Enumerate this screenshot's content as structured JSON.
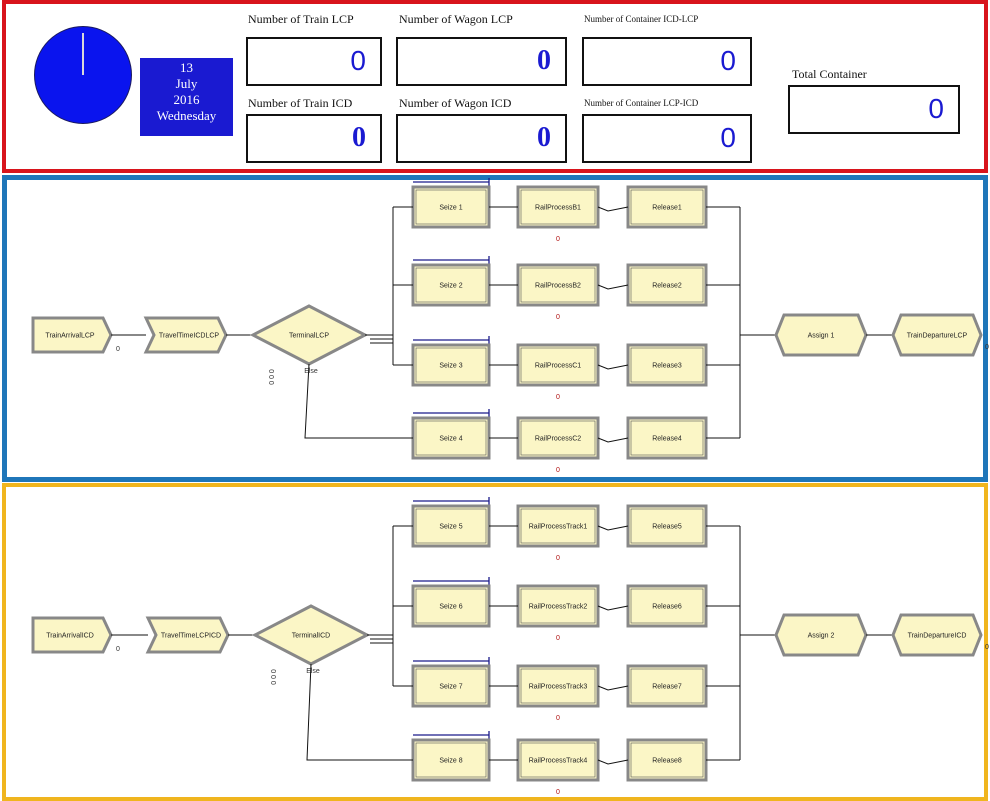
{
  "clock": {
    "icon": "clock-icon",
    "color": "#0a14ee"
  },
  "date": {
    "day": "13",
    "month": "July",
    "year": "2016",
    "weekday": "Wednesday"
  },
  "counters": {
    "train_lcp": {
      "label": "Number of Train LCP",
      "value": "0"
    },
    "wagon_lcp": {
      "label": "Number of Wagon LCP",
      "value": "0"
    },
    "container_icd_lcp": {
      "label": "Number of Container ICD-LCP",
      "value": "0"
    },
    "train_icd": {
      "label": "Number of Train ICD",
      "value": "0"
    },
    "wagon_icd": {
      "label": "Number of Wagon ICD",
      "value": "0"
    },
    "container_lcp_icd": {
      "label": "Number of Container LCP-ICD",
      "value": "0"
    },
    "total_container": {
      "label": "Total Container",
      "value": "0"
    }
  },
  "colors": {
    "section_red": "#d8141c",
    "section_blue": "#1f76b9",
    "section_yellow": "#f0b51e",
    "module_fill": "#fbf6c6"
  },
  "lcp_flow": {
    "create": "TrainArrivalLCP",
    "route": "TravelTimeICDLCP",
    "decide": "TerminalLCP",
    "decide_else": "Else",
    "decide_count": "0 0 0",
    "seizes": [
      "Seize 1",
      "Seize 2",
      "Seize 3",
      "Seize 4"
    ],
    "processes": [
      "RailProcessB1",
      "RailProcessB2",
      "RailProcessC1",
      "RailProcessC2"
    ],
    "releases": [
      "Release1",
      "Release2",
      "Release3",
      "Release4"
    ],
    "assign": "Assign 1",
    "dispose": "TrainDepartureLCP",
    "counts": [
      "0",
      "0",
      "0",
      "0"
    ]
  },
  "icd_flow": {
    "create": "TrainArrivalICD",
    "route": "TravelTimeLCPICD",
    "decide": "TerminalICD",
    "decide_else": "Else",
    "decide_count": "0 0 0",
    "seizes": [
      "Seize 5",
      "Seize 6",
      "Seize 7",
      "Seize 8"
    ],
    "processes": [
      "RailProcessTrack1",
      "RailProcessTrack2",
      "RailProcessTrack3",
      "RailProcessTrack4"
    ],
    "releases": [
      "Release5",
      "Release6",
      "Release7",
      "Release8"
    ],
    "assign": "Assign 2",
    "dispose": "TrainDepartureICD",
    "counts": [
      "0",
      "0",
      "0",
      "0"
    ]
  }
}
